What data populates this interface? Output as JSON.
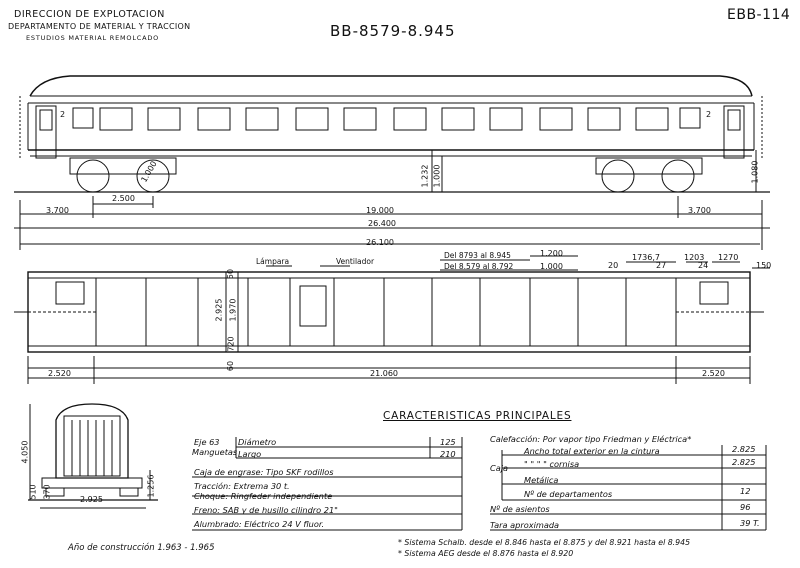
{
  "header": {
    "line1": "DIRECCION DE EXPLOTACION",
    "line2": "DEPARTAMENTO DE MATERIAL Y TRACCION",
    "line3": "ESTUDIOS MATERIAL REMOLCADO",
    "series": "BB-8579-8.945",
    "code": "EBB-114"
  },
  "side_view": {
    "door_number_left": "2",
    "door_number_right": "2",
    "dim_bogie_pitch": "2.500",
    "dim_wheel": "1.000",
    "dim_overhang_left": "3.700",
    "dim_bogie_centers": "19.000",
    "dim_overhang_right": "3.700",
    "dim_length_buffers": "26.400",
    "dim_body_length": "26.100",
    "dim_height_1232": "1.232",
    "dim_height_1000": "1.000",
    "dim_height_1080": "1.080"
  },
  "plan_view": {
    "label_lamp": "Lámpara",
    "label_vent": "Ventilador",
    "range_a": "Del 8793 al 8.945",
    "range_b": "Del 8.579 al 8.792",
    "val_a": "1.200",
    "val_b": "1.000",
    "dim_20": "20",
    "dim_17367": "1736,7",
    "dim_27": "27",
    "dim_1203": "1203",
    "dim_24": "24",
    "dim_1270": "1270",
    "dim_150": "150",
    "dim_50": "50",
    "dim_2925": "2.925",
    "dim_1970": "1.970",
    "dim_720": "720",
    "dim_60": "60",
    "dim_end_left": "2.520",
    "dim_center": "21.060",
    "dim_end_right": "2.520"
  },
  "end_view": {
    "dim_4050": "4.050",
    "dim_1256": "1.256",
    "dim_2925": "2.925",
    "dim_510": "510",
    "dim_370": "370"
  },
  "characteristics": {
    "title": "CARACTERISTICAS  PRINCIPALES",
    "left_rows": [
      {
        "label": "Eje 63",
        "value": ""
      },
      {
        "label": "Manguetas",
        "value": ""
      },
      {
        "label": "Diámetro",
        "value": "125"
      },
      {
        "label": "Largo",
        "value": "210"
      },
      {
        "label": "Caja de engrase: Tipo SKF rodillos",
        "value": ""
      },
      {
        "label": "Tracción: Extrema 30 t.",
        "value": ""
      },
      {
        "label": "Choque: Ringfeder independiente",
        "value": ""
      },
      {
        "label": "Freno: SAB y de husillo cilindro 21\"",
        "value": ""
      },
      {
        "label": "Alumbrado: Eléctrico 24 V fluor.",
        "value": ""
      }
    ],
    "right_rows": [
      {
        "label": "Calefacción: Por vapor tipo Friedman y Eléctrica*",
        "value": ""
      },
      {
        "label": "Ancho total exterior en la cintura",
        "value": "2.825"
      },
      {
        "label": "\"        \"       \"        \"  cornisa",
        "value": "2.825"
      },
      {
        "label": "Metálica",
        "value": ""
      },
      {
        "label": "Nº de departamentos",
        "value": "12"
      },
      {
        "label": "Nº de asientos",
        "value": "96"
      },
      {
        "label": "Tara aproximada",
        "value": "39 T."
      }
    ],
    "caja_label": "Caja"
  },
  "footer": {
    "year_label": "Año de construcción 1.963 - 1.965",
    "note1": "* Sistema Schalb. desde el 8.846 hasta el 8.875 y del 8.921 hasta el 8.945",
    "note2": "* Sistema AEG desde el 8.876 hasta el 8.920"
  }
}
